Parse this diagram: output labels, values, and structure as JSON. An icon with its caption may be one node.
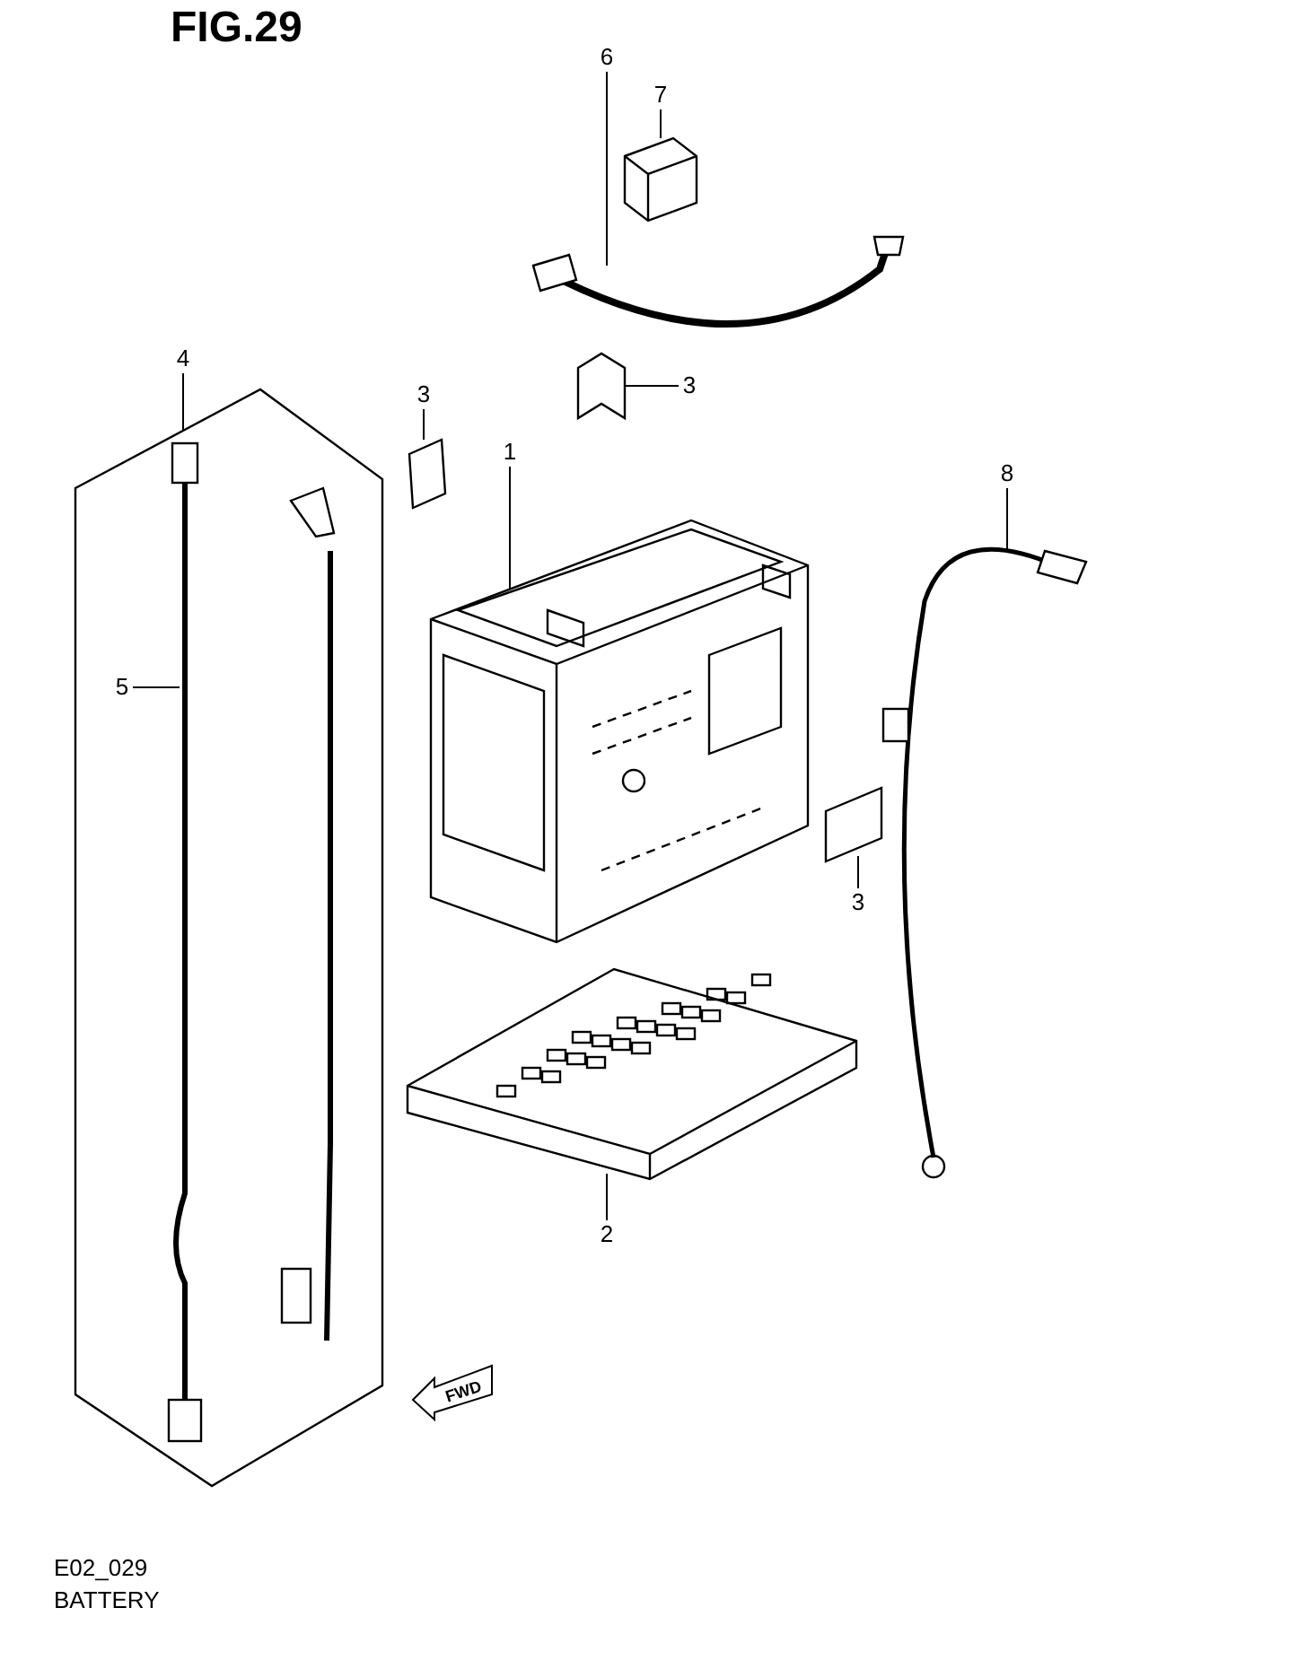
{
  "diagram": {
    "title": "FIG.29",
    "nodes": [
      {
        "text": [
          "1"
        ]
      },
      {
        "text": [],
        "shape": "picture"
      },
      {
        "text": [
          "2"
        ]
      },
      {
        "text": [],
        "shape": "picture"
      },
      {
        "text": [
          "3"
        ]
      },
      {
        "text": [],
        "shape": "box"
      },
      {
        "text": [
          "3"
        ]
      },
      {
        "text": [],
        "shape": "box"
      },
      {
        "text": [
          "3"
        ]
      },
      {
        "text": [],
        "shape": "box"
      },
      {
        "text": [
          "4"
        ]
      },
      {
        "text": [],
        "shape": "box"
      },
      {
        "text": [
          "5"
        ],
        "in": 11
      },
      {
        "text": [],
        "shape": "picture",
        "in": 11
      },
      {
        "text": [
          "6"
        ]
      },
      {
        "text": [],
        "shape": "picture"
      },
      {
        "text": [
          "7"
        ]
      },
      {
        "text": [],
        "shape": "picture"
      },
      {
        "text": [
          "8"
        ]
      },
      {
        "text": [],
        "shape": "picture"
      }
    ],
    "edges": [
      {
        "from": 0,
        "to": 1,
        "arrow": "none"
      },
      {
        "from": 2,
        "to": 3,
        "arrow": "none"
      },
      {
        "from": 4,
        "to": 5,
        "arrow": "none"
      },
      {
        "from": 6,
        "to": 7,
        "arrow": "none"
      },
      {
        "from": 8,
        "to": 9,
        "arrow": "none"
      },
      {
        "from": 10,
        "to": 11,
        "arrow": "none"
      },
      {
        "from": 12,
        "to": 13,
        "arrow": "none"
      },
      {
        "from": 14,
        "to": 15,
        "arrow": "none"
      },
      {
        "from": 16,
        "to": 17,
        "arrow": "none"
      },
      {
        "from": 18,
        "to": 19,
        "arrow": "none"
      }
    ],
    "labels": [
      "FWD",
      "E02_029",
      "BATTERY"
    ]
  }
}
